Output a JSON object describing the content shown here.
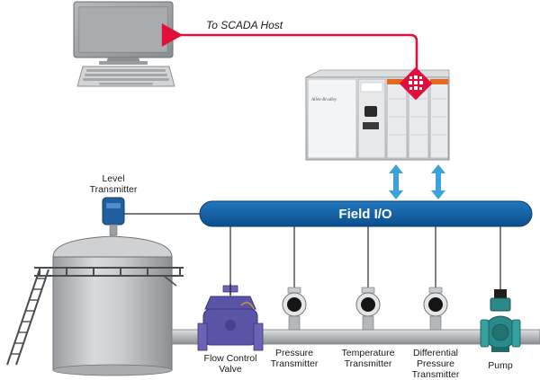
{
  "scada_label": "To SCADA Host",
  "bus_label": "Field I/O",
  "plc_brand": "Allen-Bradley",
  "level_transmitter": [
    "Level",
    "Transmitter"
  ],
  "devices": {
    "flow_control_valve": [
      "Flow Control",
      "Valve"
    ],
    "pressure_transmitter": [
      "Pressure",
      "Transmitter"
    ],
    "temperature_transmitter": [
      "Temperature",
      "Transmitter"
    ],
    "differential_pressure_transmitter": [
      "Differential",
      "Pressure",
      "Transmitter"
    ],
    "pump": [
      "Pump"
    ]
  },
  "colors": {
    "bus": "#0d5a9e",
    "scada_link": "#e0103c",
    "io_arrows": "#3aa3dc",
    "valve": "#5a54a6",
    "pump": "#2a8a8a"
  },
  "icons": {
    "workstation": "computer-monitor-icon",
    "plc": "plc-rack-icon",
    "tank": "storage-tank-icon",
    "transmitter": "pressure-gauge-icon"
  }
}
